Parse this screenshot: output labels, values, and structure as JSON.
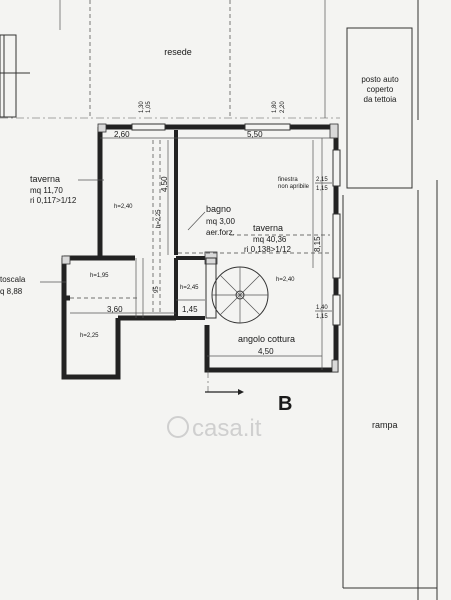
{
  "labels": {
    "resede": "resede",
    "posto_auto_1": "posto auto",
    "posto_auto_2": "coperto",
    "posto_auto_3": "da tettoia",
    "taverna_left": "taverna",
    "taverna_left_mq": "mq 11,70",
    "taverna_left_ri": "ri 0,117>1/12",
    "taverna_main": "taverna",
    "taverna_main_mq": "mq 40,36",
    "taverna_main_ri": "ri 0,138>1/12",
    "bagno": "bagno",
    "bagno_mq": "mq 3,00",
    "bagno_aer": "aer.forz.",
    "sottoscala": "toscala",
    "sottoscala_mq": "q 8,88",
    "angolo_cottura": "angolo cottura",
    "finestra_1": "finestra",
    "finestra_2": "non apribile",
    "rampa": "rampa",
    "section": "B",
    "watermark": "casa.it"
  },
  "heights": {
    "h_left": "h=2,40",
    "h_195": "h=1,95",
    "h_225a": "h=2,25",
    "h_225b": "h=2,25",
    "h_245": "h=2,45",
    "h_main": "h=2,40"
  },
  "dims": {
    "d_260": "2,60",
    "d_550": "5,50",
    "d_450v": "4,50",
    "d_815": "8,15",
    "d_360": "3,60",
    "d_145": "1,45",
    "d_95": "95",
    "d_450h": "4,50",
    "w1_top": "1,30",
    "w1_bot": "1,05",
    "w2_top": "1,80",
    "w2_bot": "2,20",
    "fin_top": "2,15",
    "fin_bot": "1,15",
    "win_top": "1,40",
    "win_bot": "1,15"
  }
}
